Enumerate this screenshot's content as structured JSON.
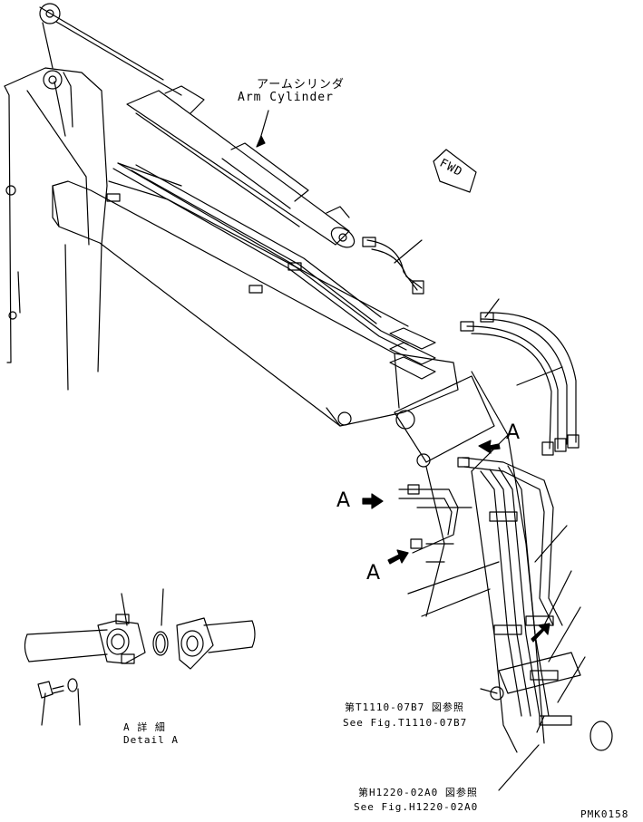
{
  "labels": {
    "arm_cylinder_jp": "アームシリンダ",
    "arm_cylinder_en": "Arm Cylinder",
    "fwd": "FWD",
    "callout_a": "A",
    "detail_jp": "A 詳 細",
    "detail_en": "Detail A",
    "ref1_jp": "第T1110-07B7 図参照",
    "ref1_en": "See Fig.T1110-07B7",
    "ref2_jp": "第H1220-02A0 図参照",
    "ref2_en": "See Fig.H1220-02A0",
    "figure_code": "PMK0158"
  },
  "colors": {
    "ink": "#000000",
    "paper": "#ffffff"
  }
}
